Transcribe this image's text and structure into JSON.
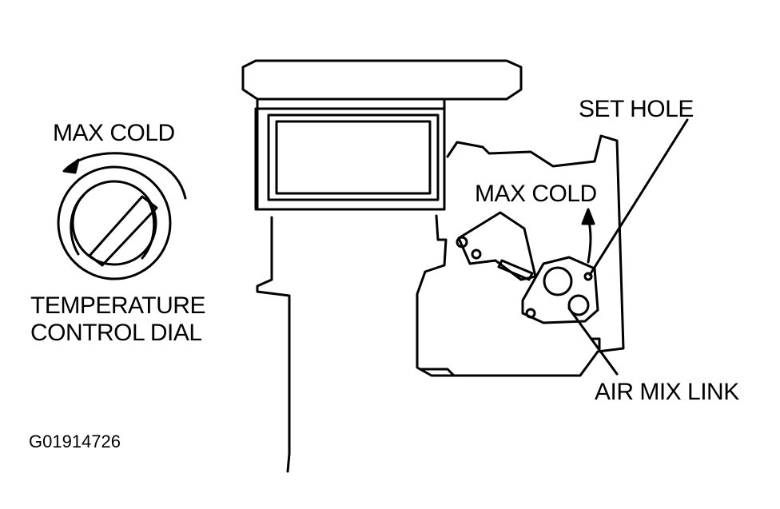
{
  "labels": {
    "max_cold_dial": "MAX COLD",
    "temperature_line1": "TEMPERATURE",
    "temperature_line2": "CONTROL DIAL",
    "set_hole": "SET HOLE",
    "max_cold_link": "MAX COLD",
    "air_mix_link": "AIR MIX LINK",
    "figure_id": "G01914726"
  },
  "colors": {
    "ink": "#000000",
    "paper": "#ffffff"
  }
}
